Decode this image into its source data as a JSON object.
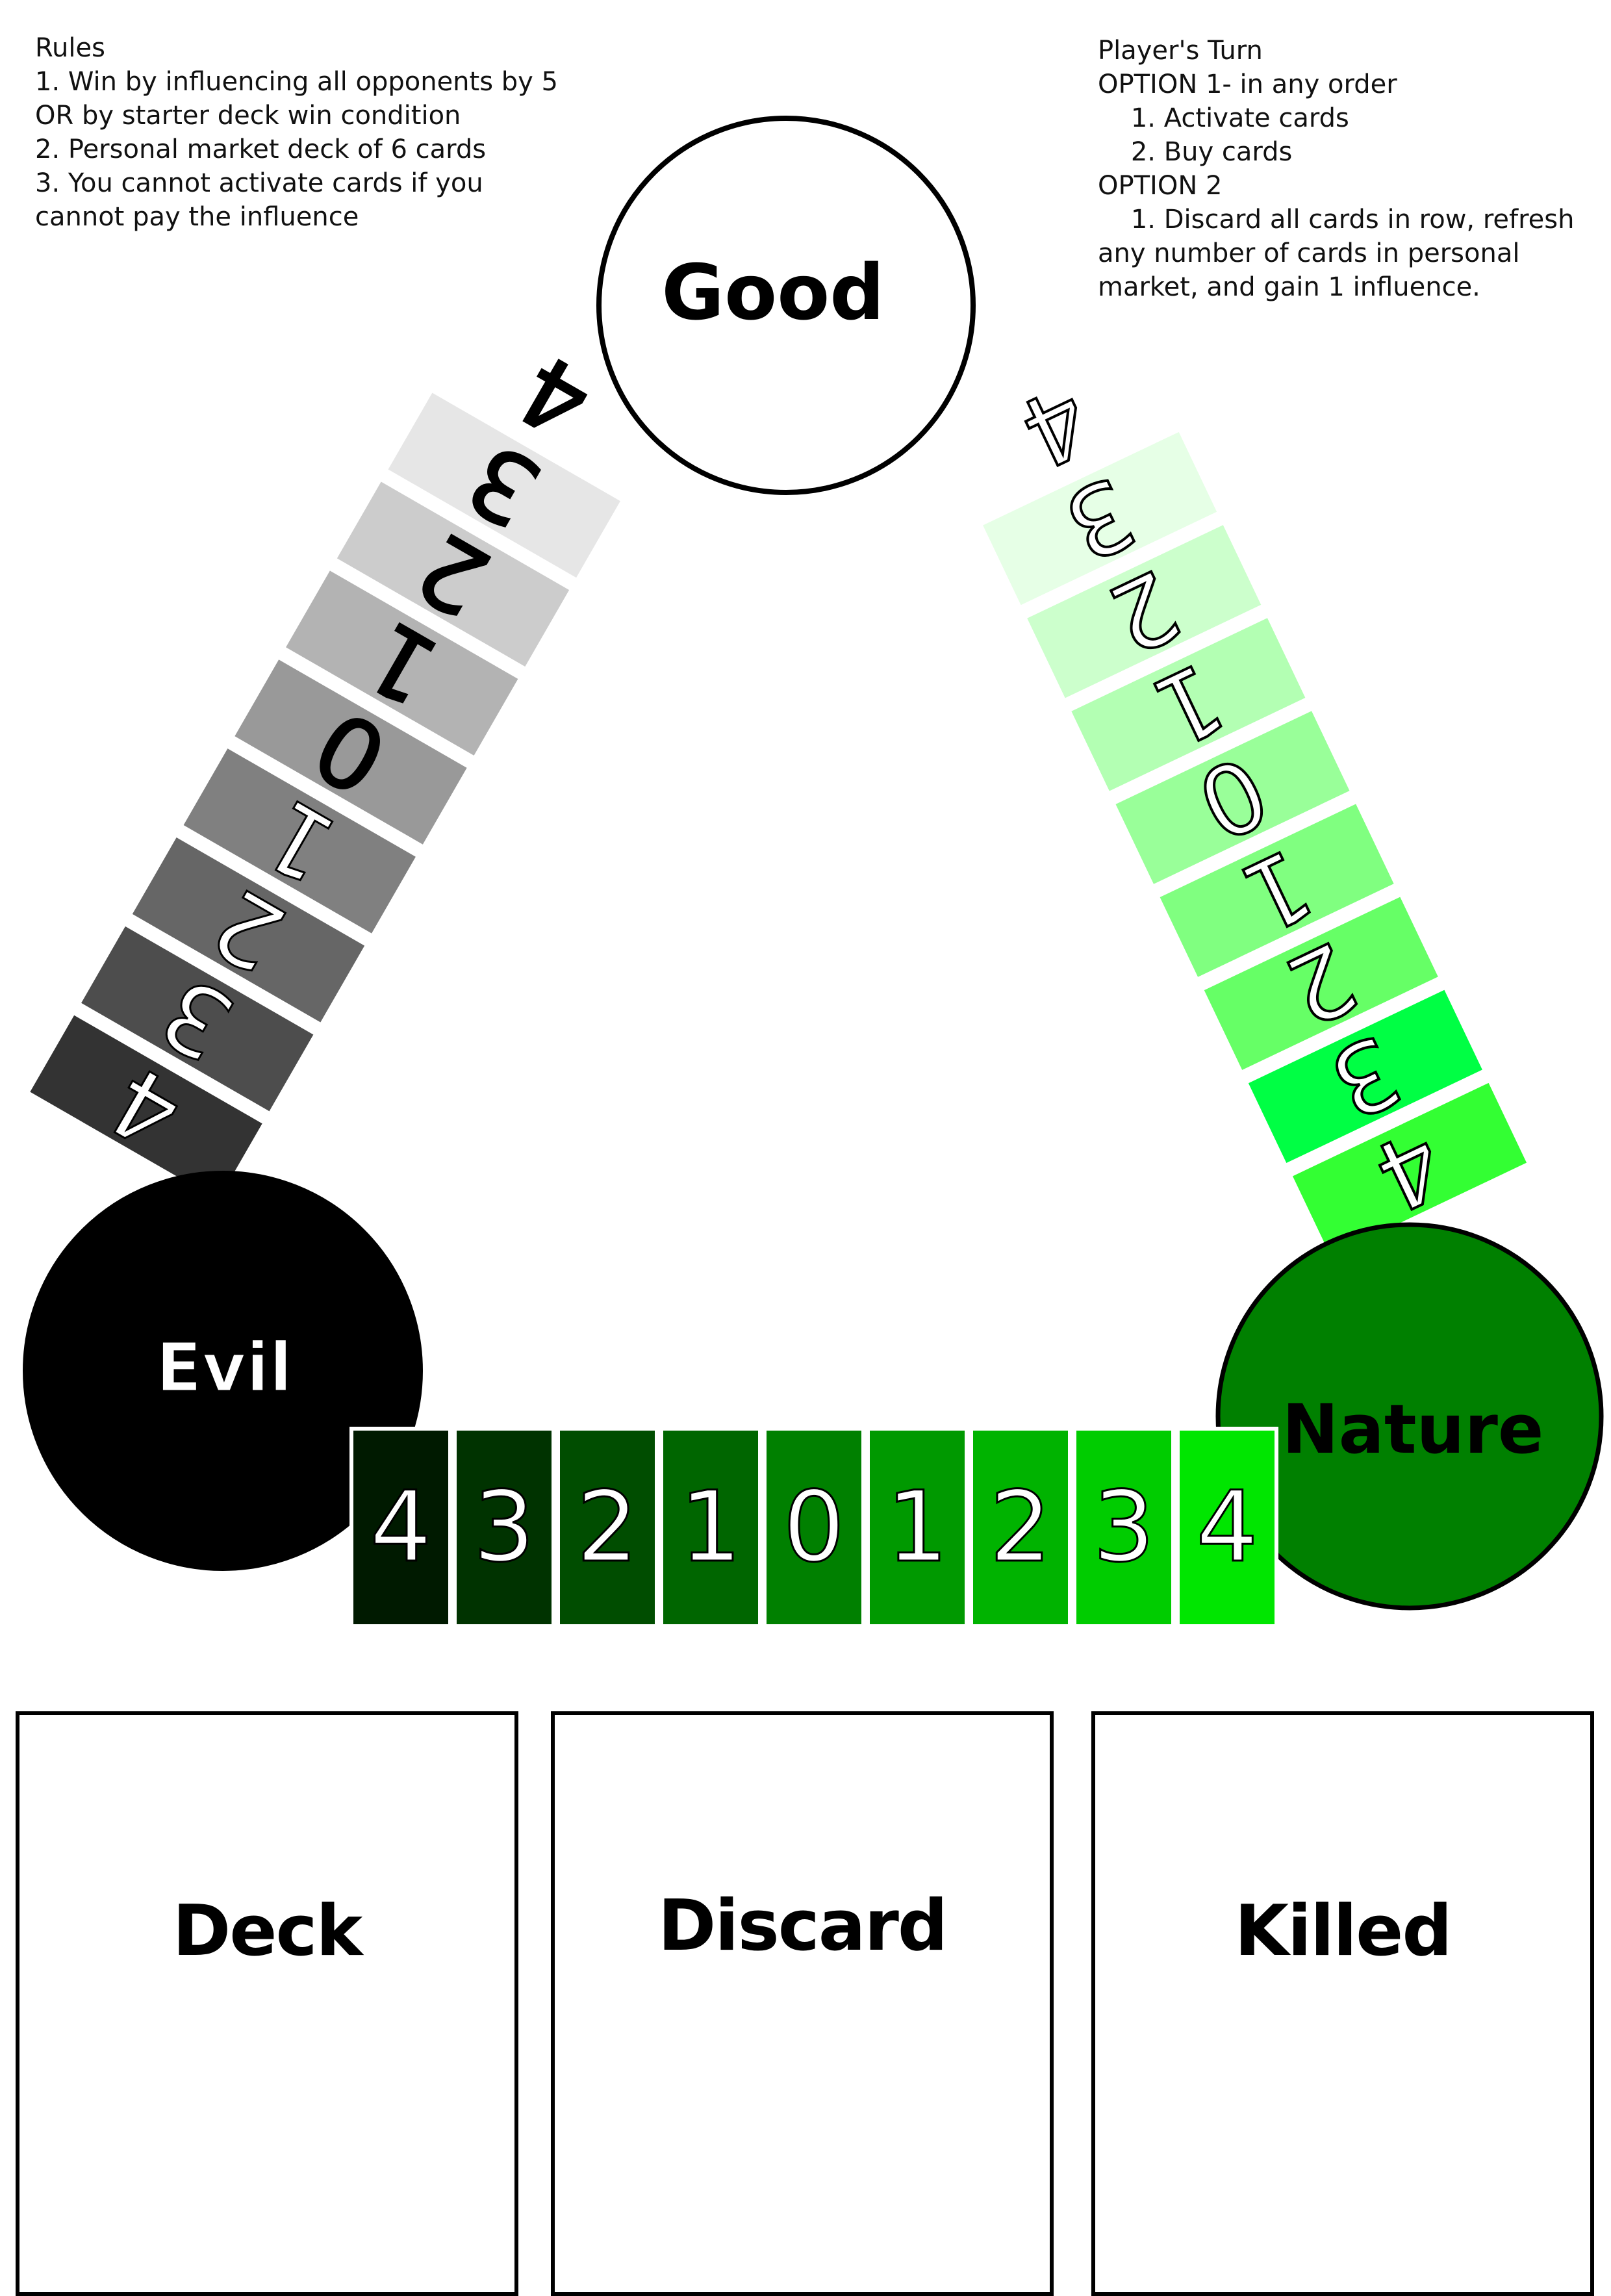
{
  "rules": {
    "title": "Rules",
    "lines": [
      "1. Win by influencing all opponents by 5",
      "OR by starter deck win condition",
      "2. Personal market deck of 6 cards",
      "3. You cannot activate cards if you",
      "cannot pay the influence"
    ]
  },
  "turn": {
    "title": "Player's Turn",
    "lines": [
      "OPTION 1- in any order",
      "    1. Activate cards",
      "    2. Buy cards",
      "OPTION 2",
      "    1. Discard all cards in row, refresh",
      "any number of cards in personal",
      "market, and gain 1 influence."
    ]
  },
  "factions": {
    "good": {
      "label": "Good",
      "fill": "#ffffff",
      "text_color": "#000000"
    },
    "evil": {
      "label": "Evil",
      "fill": "#000000",
      "text_color": "#ffffff"
    },
    "nature": {
      "label": "Nature",
      "fill": "#008000",
      "text_color": "#000000"
    }
  },
  "tracks": {
    "good_evil": {
      "numbers": [
        "4",
        "3",
        "2",
        "1",
        "0",
        "1",
        "2",
        "3",
        "4"
      ],
      "colors": [
        "#ffffff",
        "#e6e6e6",
        "#cccccc",
        "#b3b3b3",
        "#999999",
        "#808080",
        "#666666",
        "#4d4d4d",
        "#333333"
      ]
    },
    "good_nature": {
      "numbers": [
        "4",
        "3",
        "2",
        "1",
        "0",
        "1",
        "2",
        "3",
        "4"
      ],
      "colors": [
        "#ffffff",
        "#e6ffe6",
        "#ccffcc",
        "#b3ffb3",
        "#99ff99",
        "#80ff80",
        "#66ff66",
        "#00ff44",
        "#33ff33"
      ]
    },
    "evil_nature": {
      "numbers": [
        "4",
        "3",
        "2",
        "1",
        "0",
        "1",
        "2",
        "3",
        "4"
      ],
      "colors": [
        "#001a00",
        "#003300",
        "#004d00",
        "#006600",
        "#008000",
        "#009900",
        "#00b300",
        "#00cc00",
        "#00e600"
      ]
    }
  },
  "piles": [
    {
      "id": "deck",
      "label": "Deck"
    },
    {
      "id": "discard",
      "label": "Discard"
    },
    {
      "id": "killed",
      "label": "Killed"
    }
  ]
}
